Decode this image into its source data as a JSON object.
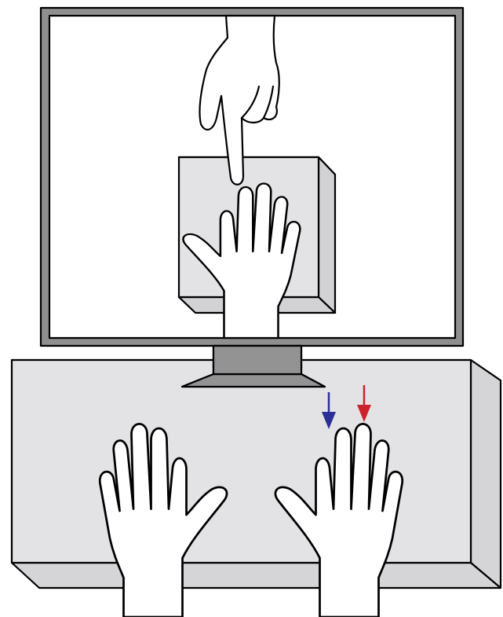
{
  "colors": {
    "background": "#ffffff",
    "monitor_frame": "#8f8f8f",
    "monitor_screen": "#ffffff",
    "box_fill": "#e3e3e6",
    "box_side": "#d2d2d5",
    "table_fill": "#e3e3e6",
    "table_side": "#d5d5d8",
    "stand_fill": "#939393",
    "hand_fill": "#ffffff",
    "outline": "#000000",
    "arrow_index": "#2c2f93",
    "arrow_middle": "#cc2229"
  },
  "scene": {
    "monitor": {
      "shows": "index-finger-touching-hand-on-box"
    },
    "table": {
      "hands": [
        "left-hand-palm-up",
        "right-hand-palm-up"
      ]
    },
    "arrows": [
      {
        "finger": "index",
        "hand": "right",
        "color_key": "arrow_index",
        "icon": "down-arrow-icon"
      },
      {
        "finger": "middle",
        "hand": "right",
        "color_key": "arrow_middle",
        "icon": "down-arrow-icon"
      }
    ]
  }
}
